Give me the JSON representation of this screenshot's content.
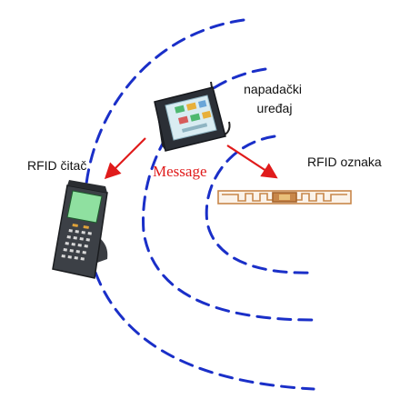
{
  "labels": {
    "attacker": "napadački\nuređaj",
    "reader": "RFID čitač",
    "tag": "RFID oznaka",
    "message": "Message"
  },
  "icons": {
    "attacker_device": "tablet-terminal-icon",
    "reader_device": "handheld-rfid-reader-icon",
    "tag_device": "rfid-tag-antenna-icon"
  },
  "colors": {
    "wave": "#1a2fc8",
    "arrow": "#e01b1b",
    "message": "#e01b1b",
    "tag": "#c8874a"
  }
}
